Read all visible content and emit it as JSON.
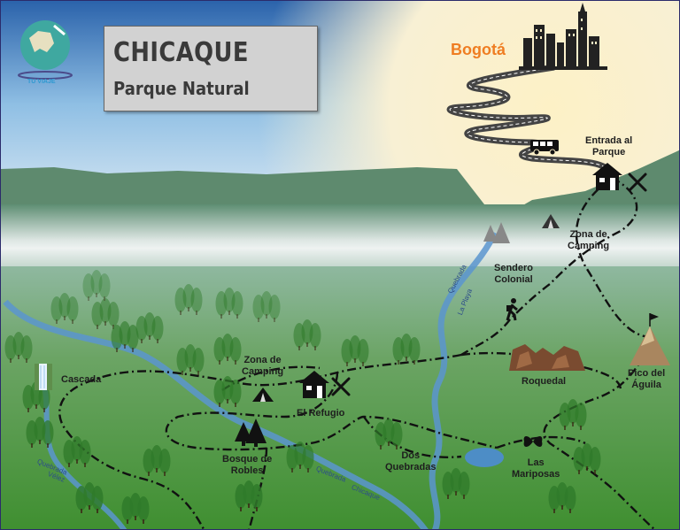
{
  "title": {
    "main": "CHICAQUE",
    "sub": "Parque Natural"
  },
  "logo": {
    "icon": "globe-logo-icon",
    "text": "TU VIAJE"
  },
  "city": {
    "name": "Bogotá",
    "color": "#ef7d22"
  },
  "places": {
    "entrada": "Entrada al\nParque",
    "zona_camping_top": "Zona de\nCamping",
    "sendero_colonial": "Sendero\nColonial",
    "pico": "Pico del\nÁguila",
    "roquedal": "Roquedal",
    "cascada": "Cascada",
    "zona_camping_left": "Zona de\nCamping",
    "el_refugio": "El Refugio",
    "bosque": "Bosque de\nRobles",
    "dos_quebradas": "Dos\nQuebradas",
    "mariposas": "Las\nMariposas"
  },
  "rivers": {
    "playa_1": "Quebrada",
    "playa_2": "La Playa",
    "velez_1": "Quebrada",
    "velez_2": "Vélez",
    "chicaque_1": "Quebrada",
    "chicaque_2": "Chicaque"
  },
  "colors": {
    "sky_top": "#2d6ab0",
    "sun": "#fbeec5",
    "mountains": "#5f8a6c",
    "grass": "#4f9a44",
    "river": "#4e8fc8",
    "path": "#111111"
  }
}
